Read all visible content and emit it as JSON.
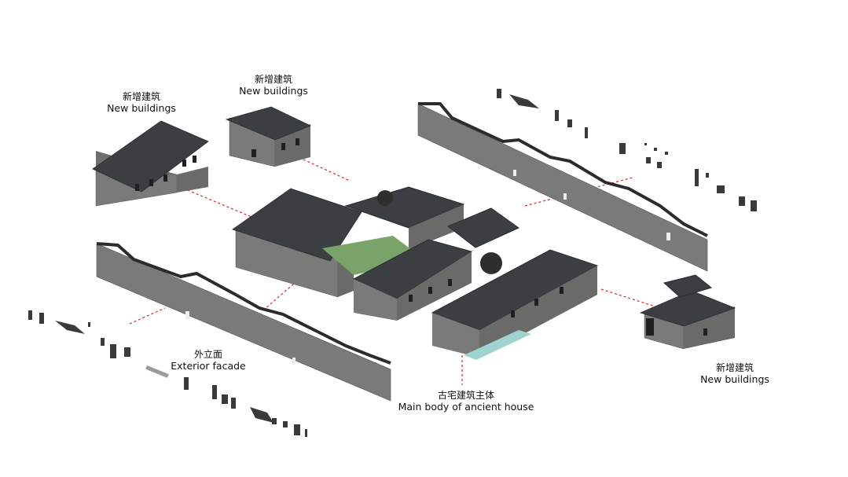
{
  "labels": {
    "new_buildings_1": {
      "zh": "新增建筑",
      "en": "New buildings"
    },
    "new_buildings_2": {
      "zh": "新增建筑",
      "en": "New buildings"
    },
    "new_buildings_3": {
      "zh": "新增建筑",
      "en": "New buildings"
    },
    "exterior_facade": {
      "zh": "外立面",
      "en": "Exterior facade"
    },
    "main_body": {
      "zh": "古宅建筑主体",
      "en": "Main body of ancient house"
    }
  },
  "colors": {
    "roof": "#3c3f42",
    "roof_edge": "#2a2c2e",
    "wall": "#7a7a78",
    "wall_dark": "#5d5d5b",
    "window": "#1f1f1f",
    "leader_line": "#d12a2a",
    "courtyard_green": "#7aa36a",
    "pool_blue": "#9fd3cf",
    "tree": "#2c2f2a"
  }
}
